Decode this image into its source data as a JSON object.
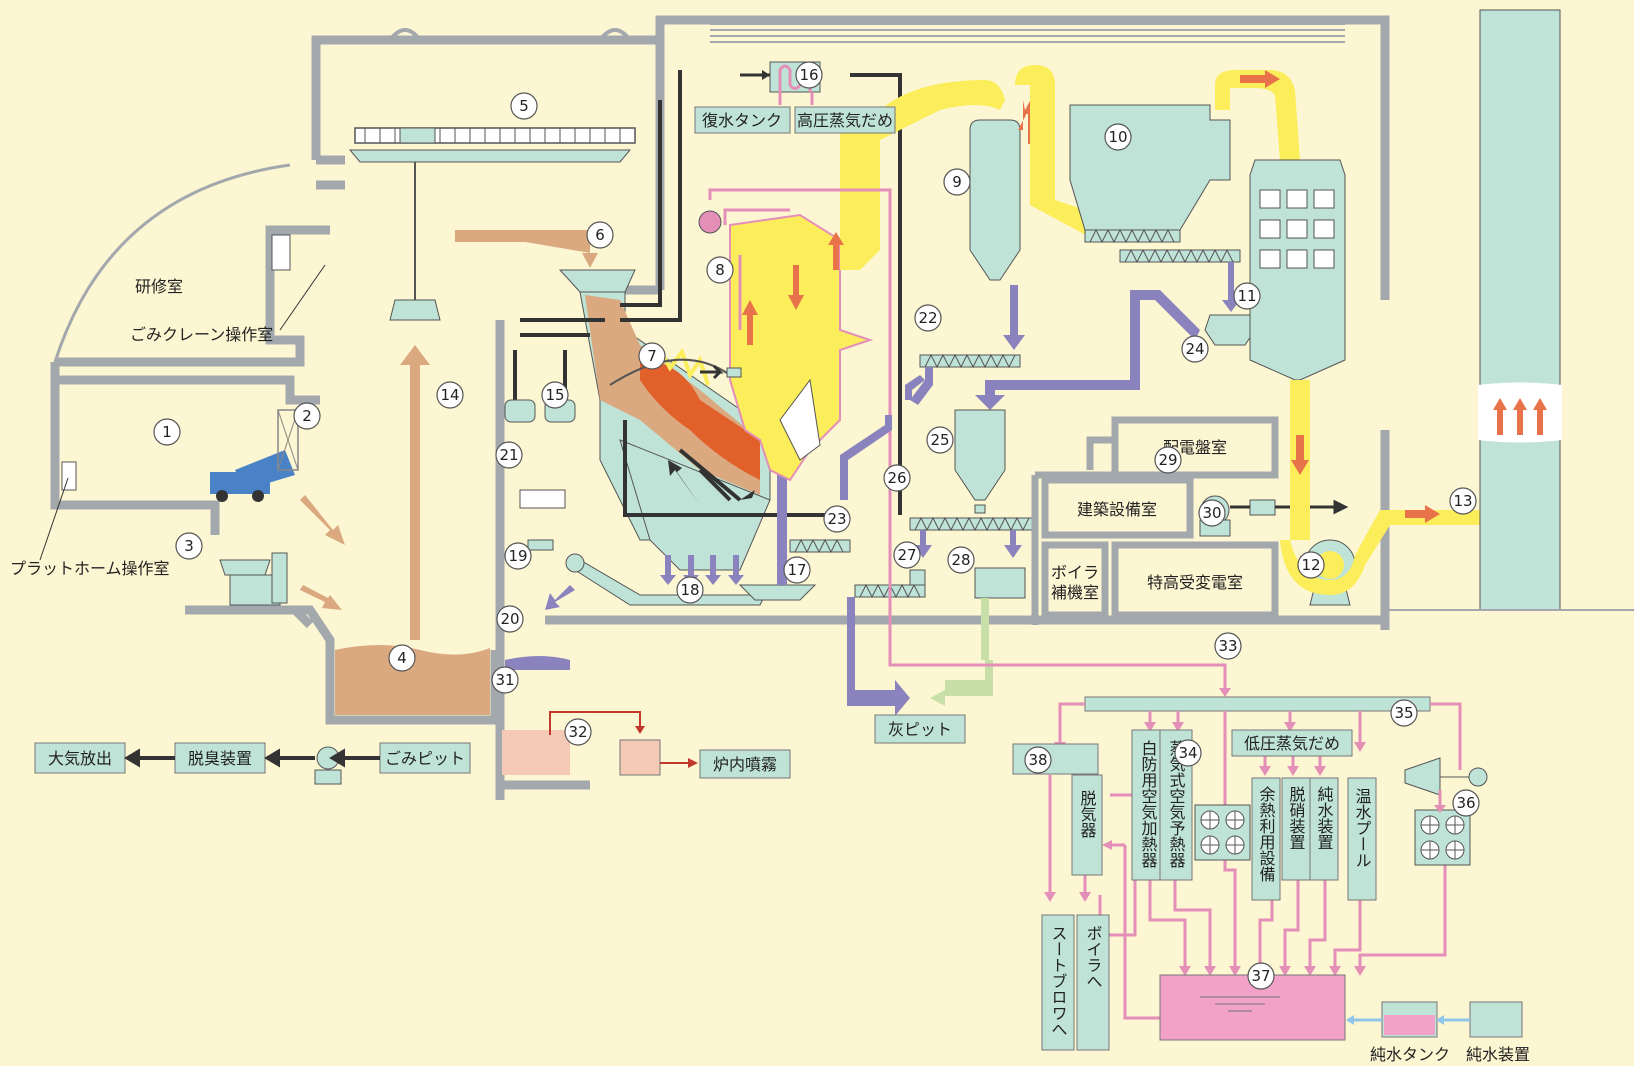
{
  "rooms": {
    "kenshu": "研修室",
    "crane_room": "ごみクレーン操作室",
    "platform_room": "プラットホーム操作室",
    "haiden": "配電盤室",
    "kenchiku": "建築設備室",
    "boiler_aux": "ボイラ\n補機室",
    "tokko": "特高受変電室"
  },
  "labels": {
    "fukusui_tank": "復水タンク",
    "kouatsu_joki": "高圧蒸気だめ",
    "teiatsu_joki": "低圧蒸気だめ",
    "hai_pit": "灰ピット",
    "gomi_pit": "ごみピット",
    "dasshu": "脱臭装置",
    "taiki": "大気放出",
    "ronai": "炉内噴霧",
    "dakki": "脱気器",
    "hakubou": "白防用空気加熱器",
    "joki_yonetsu": "蒸気式空気予熱器",
    "yonetsu_riyou": "余熱利用設備",
    "dasshou": "脱硝装置",
    "junsui_souchi_v": "純水装置",
    "onsui": "温水プール",
    "soot": "スートブロワへ",
    "boiler_he": "ボイラへ",
    "junsui_tank": "純水タンク",
    "junsui_souchi": "純水装置"
  },
  "numbers": [
    "1",
    "2",
    "3",
    "4",
    "5",
    "6",
    "7",
    "8",
    "9",
    "10",
    "11",
    "12",
    "13",
    "14",
    "15",
    "16",
    "17",
    "18",
    "19",
    "20",
    "21",
    "22",
    "23",
    "24",
    "25",
    "26",
    "27",
    "28",
    "29",
    "30",
    "31",
    "32",
    "33",
    "34",
    "35",
    "36",
    "37",
    "38"
  ],
  "colors": {
    "background": "#fdf6d3",
    "wall": "#a3a8ad",
    "equipment": "#bfe3d6",
    "flue_gas": "#fbee5a",
    "garbage": "#dba980",
    "ash": "#8b83bd",
    "steam": "#e48fb8",
    "water": "#8fc5e8",
    "fire": "#e2602a",
    "arrow_orange": "#e8734a",
    "dark_line": "#333333",
    "tank_pink": "#f2a2c8"
  }
}
